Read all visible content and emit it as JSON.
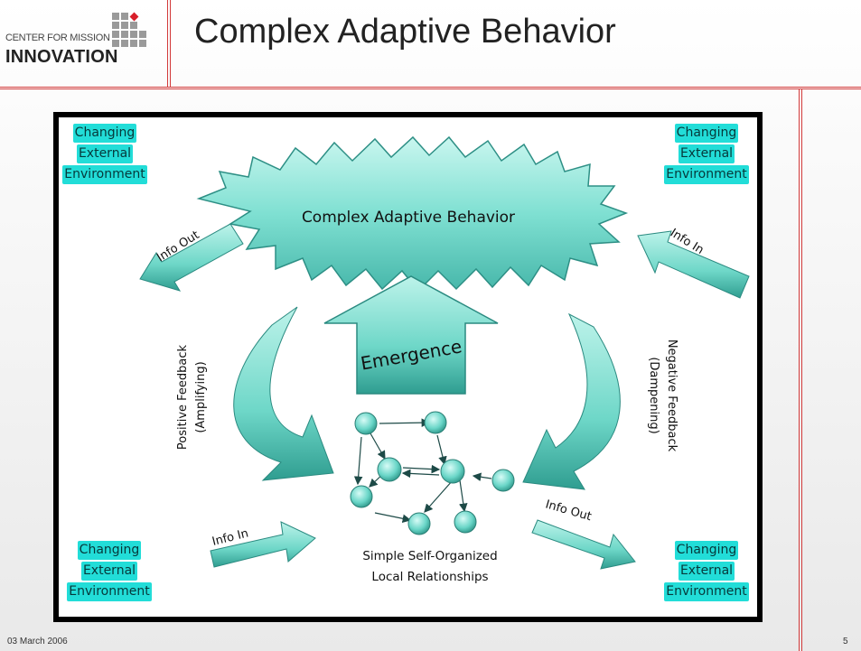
{
  "header": {
    "logo": {
      "line1": "CENTER FOR MISSION",
      "line2": "INNOVATION",
      "accent_color": "#d81f2a"
    },
    "title": "Complex Adaptive Behavior"
  },
  "diagram": {
    "env_boxes": {
      "top_left": [
        "Changing",
        "External",
        "Environment"
      ],
      "top_right": [
        "Changing",
        "External",
        "Environment"
      ],
      "bottom_left": [
        "Changing",
        "External",
        "Environment"
      ],
      "bottom_right": [
        "Changing",
        "External",
        "Environment"
      ]
    },
    "cloud_label": "Complex Adaptive Behavior",
    "emergence_label": "Emergence",
    "info_out_top": "Info Out",
    "info_in_top": "Info In",
    "info_in_bottom": "Info In",
    "info_out_bottom": "Info Out",
    "positive_feedback": [
      "Positive Feedback",
      "(Amplifying)"
    ],
    "negative_feedback": [
      "Negative Feedback",
      "(Dampening)"
    ],
    "network_caption": [
      "Simple Self-Organized",
      "Local Relationships"
    ],
    "colors": {
      "teal": "#22ddd8",
      "arrow": "#7fe0d6",
      "dark_teal": "#1b8f86"
    }
  },
  "footer": {
    "date": "03  March 2006",
    "page": "5"
  }
}
